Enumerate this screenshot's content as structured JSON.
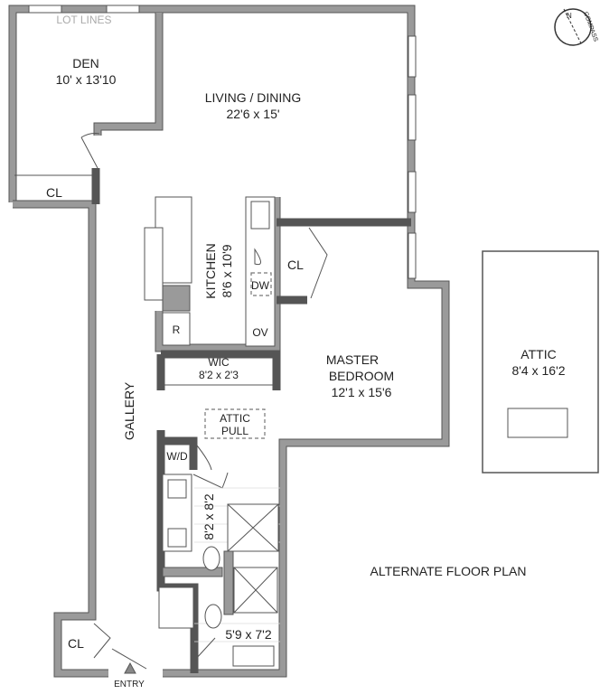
{
  "plan": {
    "lot_lines": "LOT LINES",
    "compass": {
      "north": "N",
      "label": "COMPASS"
    },
    "rooms": {
      "den": {
        "name": "DEN",
        "dims": "10' x 13'10"
      },
      "living": {
        "name": "LIVING / DINING",
        "dims": "22'6 x 15'"
      },
      "den_closet": "CL",
      "kitchen": {
        "name": "KITCHEN",
        "dims": "8'6 x 10'9"
      },
      "bedroom_closet": "CL",
      "master": {
        "name1": "MASTER",
        "name2": "BEDROOM",
        "dims": "12'1 x 15'6"
      },
      "wic": {
        "name": "WIC",
        "dims": "8'2 x 2'3"
      },
      "attic_pull": {
        "line1": "ATTIC",
        "line2": "PULL"
      },
      "gallery": "GALLERY",
      "wd": "W/D",
      "bath1": {
        "dims": "8'2 x 8'2"
      },
      "bath2": {
        "dims": "5'9 x 7'2"
      },
      "entry_closet": "CL",
      "entry": "ENTRY",
      "attic": {
        "name": "ATTIC",
        "dims": "8'4 x 16'2"
      }
    },
    "appliances": {
      "refrigerator": "R",
      "dishwasher": "DW",
      "oven": "OV"
    },
    "alternate": "ALTERNATE FLOOR PLAN"
  }
}
